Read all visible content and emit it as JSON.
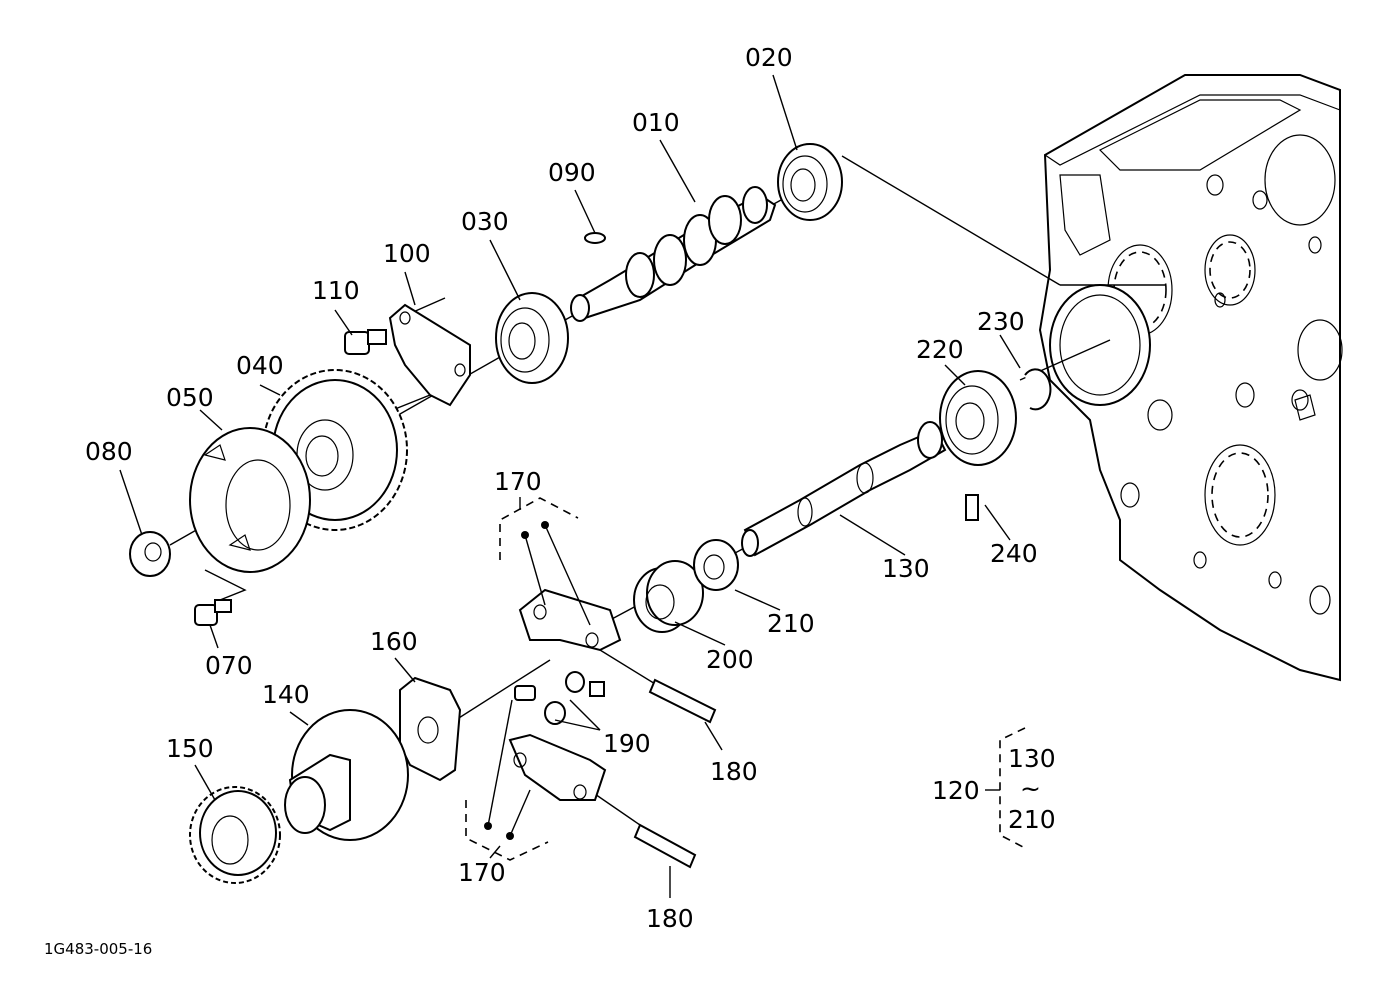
{
  "diagram": {
    "drawing_code": "1G483-005-16",
    "labels": {
      "p010": "010",
      "p020": "020",
      "p030": "030",
      "p040": "040",
      "p050": "050",
      "p070": "070",
      "p080": "080",
      "p090": "090",
      "p100": "100",
      "p110": "110",
      "p130": "130",
      "p140": "140",
      "p150": "150",
      "p160": "160",
      "p170a": "170",
      "p170b": "170",
      "p180a": "180",
      "p180b": "180",
      "p190": "190",
      "p200": "200",
      "p210": "210",
      "p220": "220",
      "p230": "230",
      "p240": "240"
    },
    "assembly_note": {
      "parent": "120",
      "from": "130",
      "range_symbol": "~",
      "to": "210"
    }
  }
}
